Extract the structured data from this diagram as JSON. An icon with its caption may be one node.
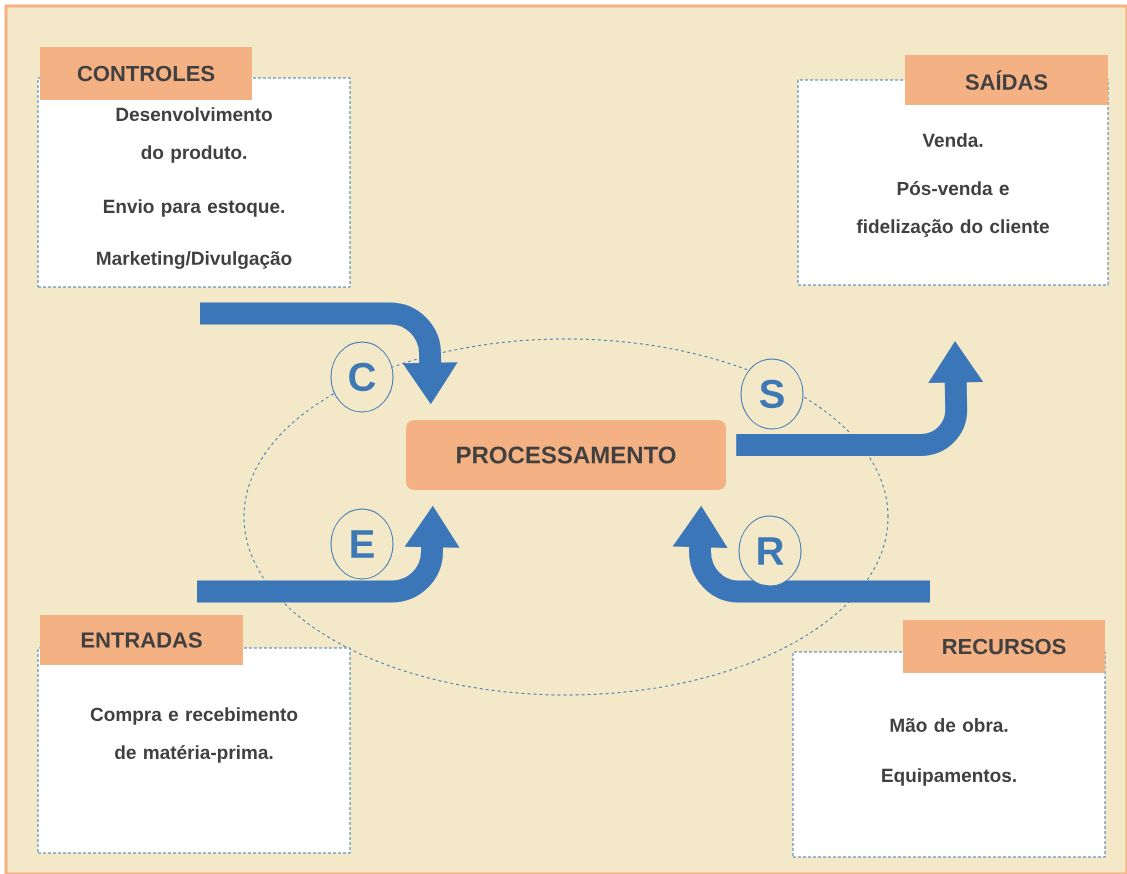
{
  "diagram": {
    "nodes": [
      {
        "text": [
          "CONTROLES",
          "Desenvolvimento do produto.",
          "Envio para estoque.",
          "Marketing/Divulgação"
        ]
      },
      {
        "text": [
          "SAÍDAS",
          "Venda.",
          "Pós-venda e fidelização do cliente"
        ]
      },
      {
        "text": [],
        "shape": "ellipse"
      },
      {
        "text": [
          "PROCESSAMENTO"
        ],
        "in": 2
      },
      {
        "text": [
          "ENTRADAS",
          "Compra e recebimento de matéria-prima."
        ]
      },
      {
        "text": [
          "RECURSOS",
          "Mão de obra.",
          "Equipamentos."
        ]
      }
    ],
    "edges": [
      {
        "from": 0,
        "to": 3,
        "arrow": "to",
        "label": "C"
      },
      {
        "from": 3,
        "to": 1,
        "arrow": "to",
        "label": "S"
      },
      {
        "from": 4,
        "to": 3,
        "arrow": "to",
        "label": "E"
      },
      {
        "from": 5,
        "to": 3,
        "arrow": "to",
        "label": "R"
      }
    ]
  }
}
